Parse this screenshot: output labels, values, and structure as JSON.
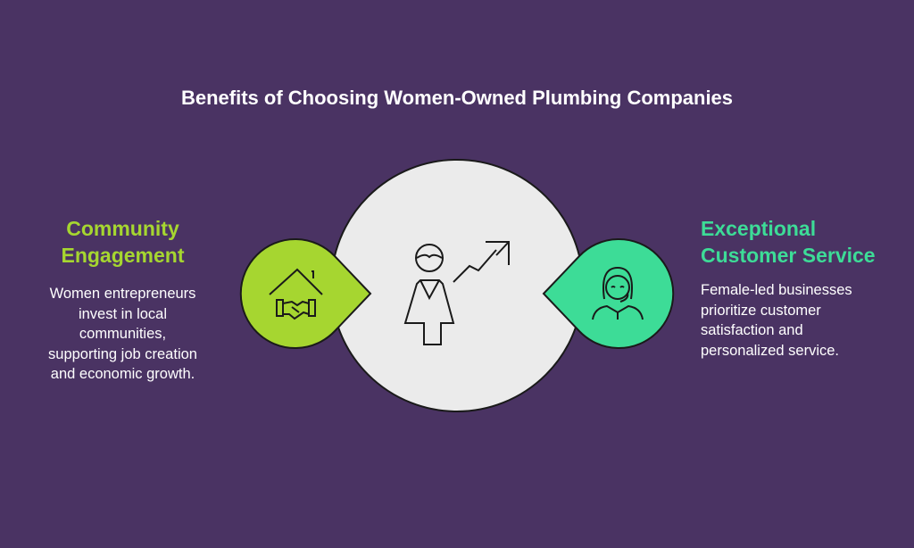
{
  "title": "Benefits of Choosing Women-Owned Plumbing Companies",
  "colors": {
    "background": "#4a3363",
    "left_accent": "#a6d630",
    "right_accent": "#3ddc97",
    "center": "#ebebeb"
  },
  "left": {
    "heading": [
      "Community",
      "Engagement"
    ],
    "body": [
      "Women entrepreneurs",
      "invest in local",
      "communities,",
      "supporting job creation",
      "and economic growth."
    ],
    "icon": "house-handshake-icon"
  },
  "center": {
    "icon": "woman-growth-chart-icon"
  },
  "right": {
    "heading": [
      "Exceptional",
      "Customer Service"
    ],
    "body": [
      "Female-led businesses",
      "prioritize customer",
      "satisfaction and",
      "personalized service."
    ],
    "icon": "customer-service-agent-icon"
  }
}
